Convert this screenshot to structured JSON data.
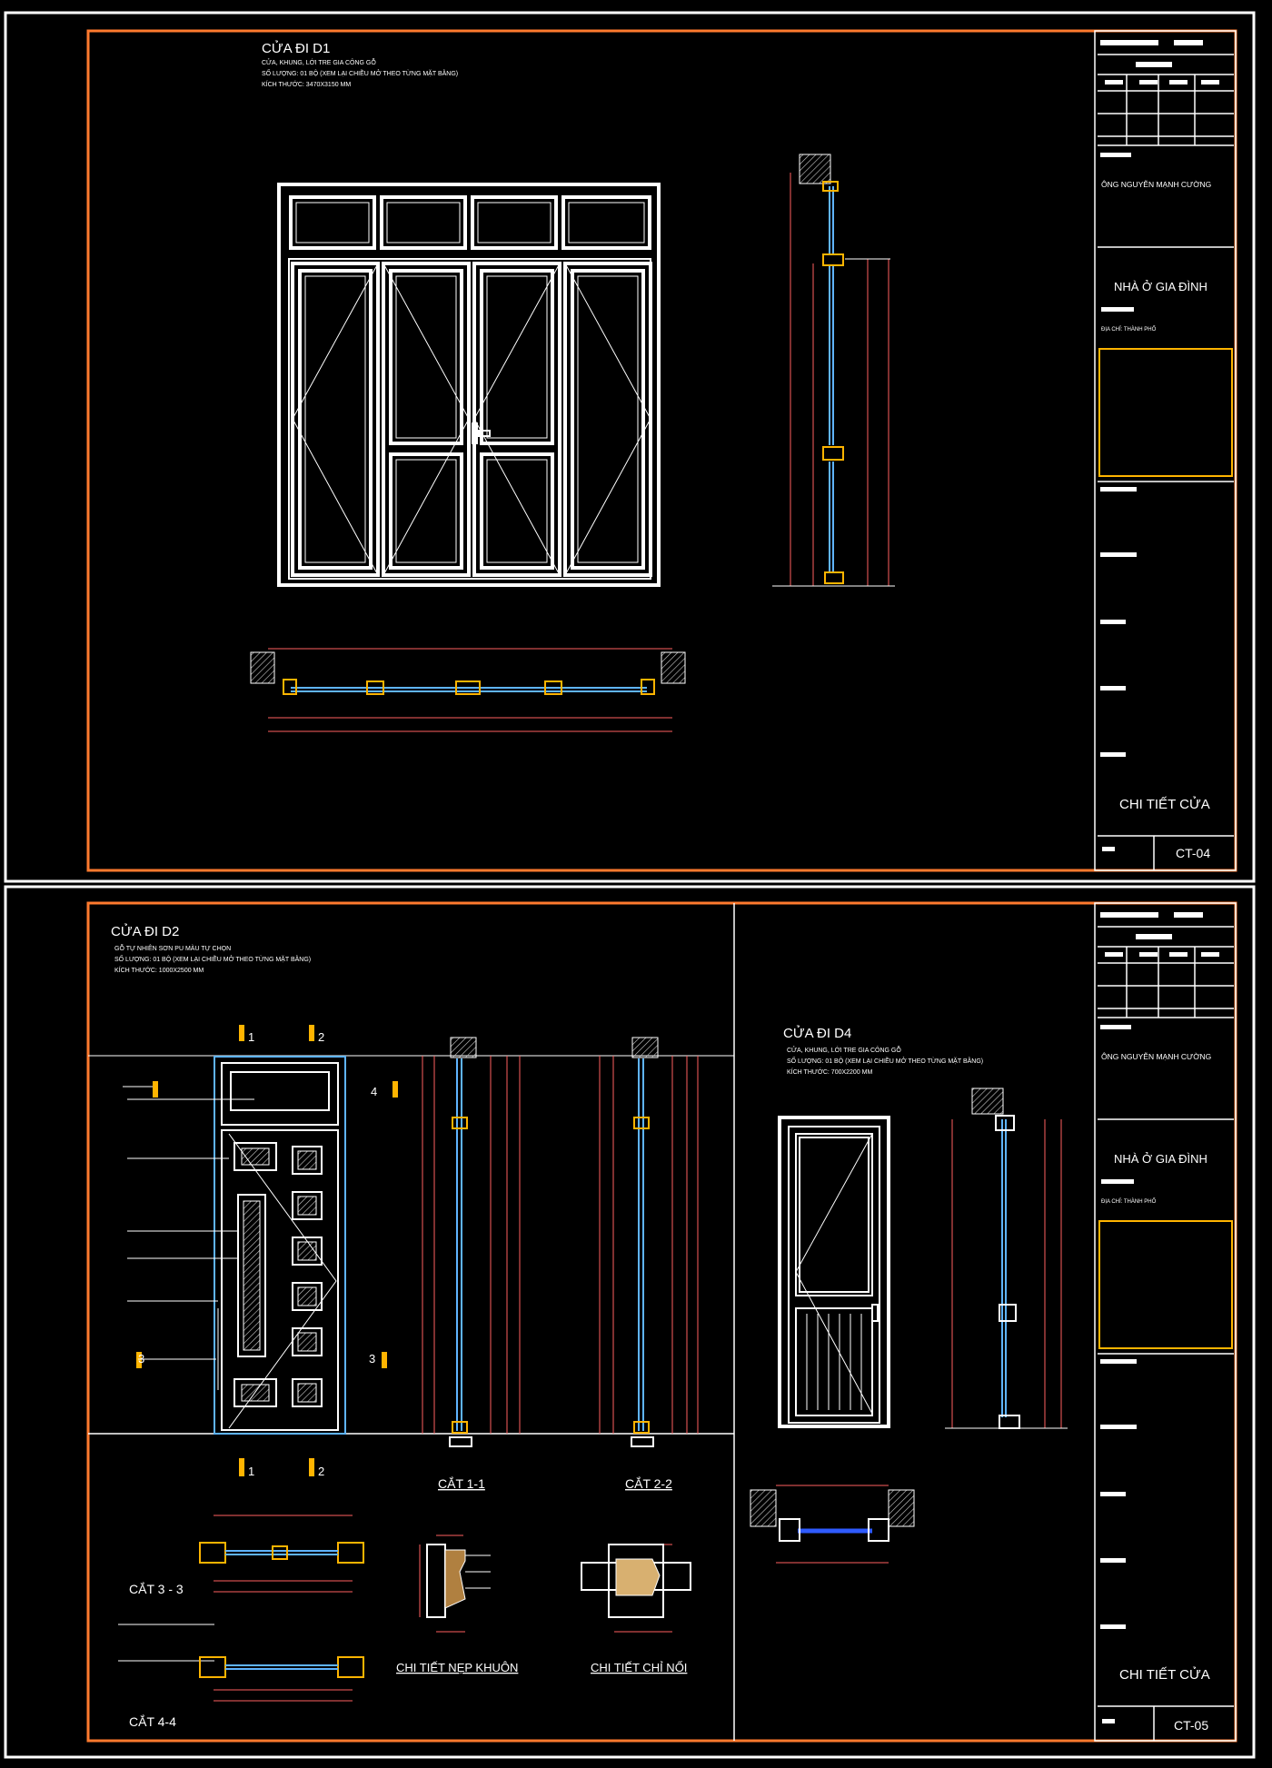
{
  "sheet1": {
    "door_title": "CỬA ĐI D1",
    "notes": [
      "CỬA, KHUNG, LỚI TRE GIA CÔNG GỖ",
      "SỐ LƯỢNG: 01 BỘ (XEM LẠI CHIỀU MỞ THEO TỪNG MẶT BẰNG)",
      "KÍCH THƯỚC: 3470X3150 MM"
    ],
    "title_block": {
      "owner": "ÔNG NGUYỄN MẠNH CƯỜNG",
      "project": "NHÀ Ở GIA ĐÌNH",
      "address": "ĐỊA CHỈ: THÀNH PHỐ",
      "drawing_name": "CHI TIẾT CỬA",
      "sheet_no": "CT-04"
    }
  },
  "sheet2": {
    "door_d2_title": "CỬA ĐI D2",
    "door_d2_notes": [
      "GỖ TỰ NHIÊN SƠN PU MÀU TỰ CHỌN",
      "SỐ LƯỢNG: 01 BỘ (XEM LẠI CHIỀU MỞ THEO TỪNG MẶT BẰNG)",
      "KÍCH THƯỚC: 1000X2500 MM"
    ],
    "door_d4_title": "CỬA ĐI D4",
    "door_d4_notes": [
      "CỬA, KHUNG, LỚI TRE GIA CÔNG GỖ",
      "SỐ LƯỢNG: 01 BỘ (XEM LẠI CHIỀU MỞ THEO TỪNG MẶT BẰNG)",
      "KÍCH THƯỚC: 700X2200 MM"
    ],
    "section_labels": {
      "cut_1_1": "CẮT 1-1",
      "cut_2_2": "CẮT 2-2",
      "cut_3_3": "CẮT 3 - 3",
      "cut_4_4": "CẮT 4-4",
      "frame_detail": "CHI TIẾT NẸP KHUÔN",
      "joint_detail": "CHI TIẾT CHỈ NỐI"
    },
    "markers": {
      "m1": "1",
      "m2": "2",
      "m3": "3",
      "m4": "4"
    },
    "title_block": {
      "owner": "ÔNG NGUYỄN MẠNH CƯỜNG",
      "project": "NHÀ Ở GIA ĐÌNH",
      "address": "ĐỊA CHỈ: THÀNH PHỐ",
      "drawing_name": "CHI TIẾT CỬA",
      "sheet_no": "CT-05"
    }
  },
  "colors": {
    "frame": "#ff7a2e",
    "line": "#ffffff",
    "dimension": "#ff6060",
    "glass": "#5fb4ff",
    "hardware": "#ffb400"
  }
}
